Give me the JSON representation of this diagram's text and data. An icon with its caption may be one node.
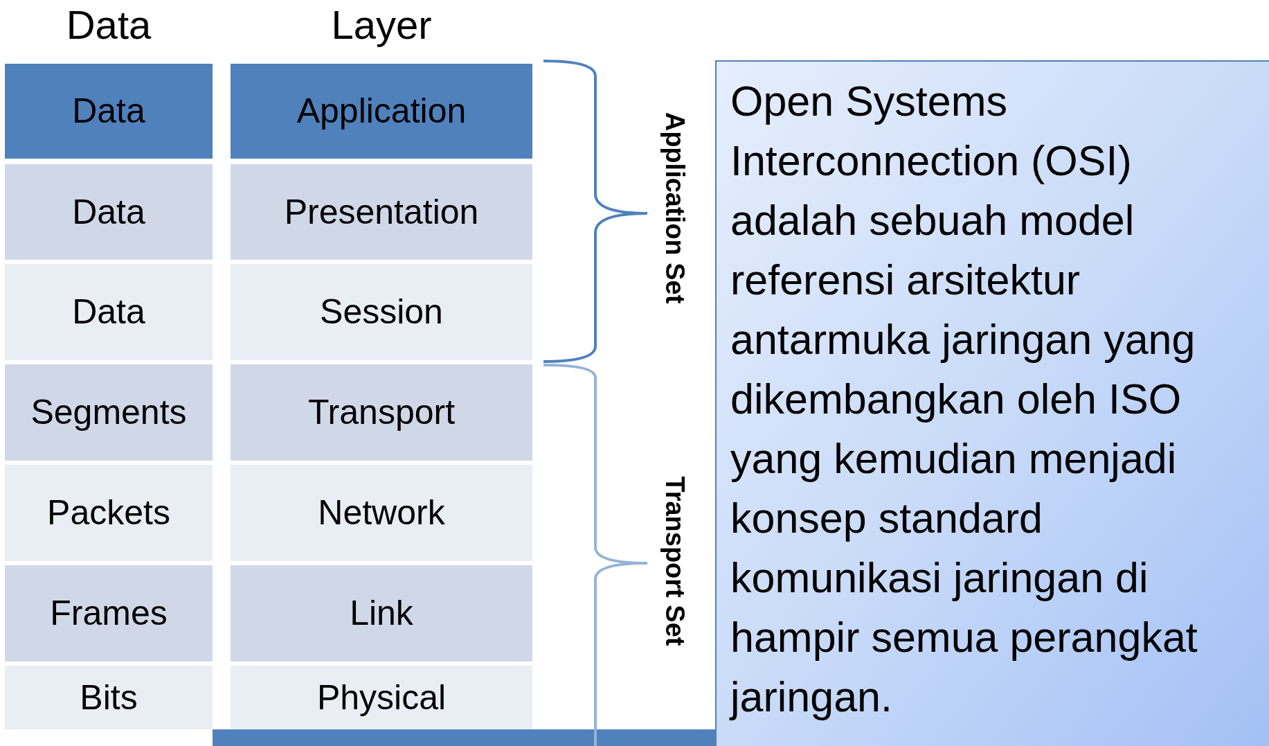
{
  "diagram": {
    "nodes": [
      {
        "text": [
          "Data"
        ]
      },
      {
        "text": [
          "Application"
        ]
      },
      {
        "text": [
          "Data"
        ]
      },
      {
        "text": [
          "Presentation"
        ]
      },
      {
        "text": [
          "Data"
        ]
      },
      {
        "text": [
          "Session"
        ]
      },
      {
        "text": [
          "Segments"
        ]
      },
      {
        "text": [
          "Transport"
        ]
      },
      {
        "text": [
          "Packets"
        ]
      },
      {
        "text": [
          "Network"
        ]
      },
      {
        "text": [
          "Frames"
        ]
      },
      {
        "text": [
          "Link"
        ]
      },
      {
        "text": [
          "Bits"
        ]
      },
      {
        "text": [
          "Physical"
        ]
      },
      {
        "text": [],
        "shape": "bar"
      },
      {
        "text": [
          "Open Systems Interconnection (OSI) adalah sebuah model referensi arsitektur antarmuka jaringan yang dikembangkan oleh ISO yang kemudian menjadi konsep standard komunikasi jaringan di hampir semua perangkat jaringan."
        ]
      }
    ],
    "edges": [],
    "labels": [
      "Data",
      "Layer",
      "Application Set",
      "Transport Set"
    ]
  }
}
